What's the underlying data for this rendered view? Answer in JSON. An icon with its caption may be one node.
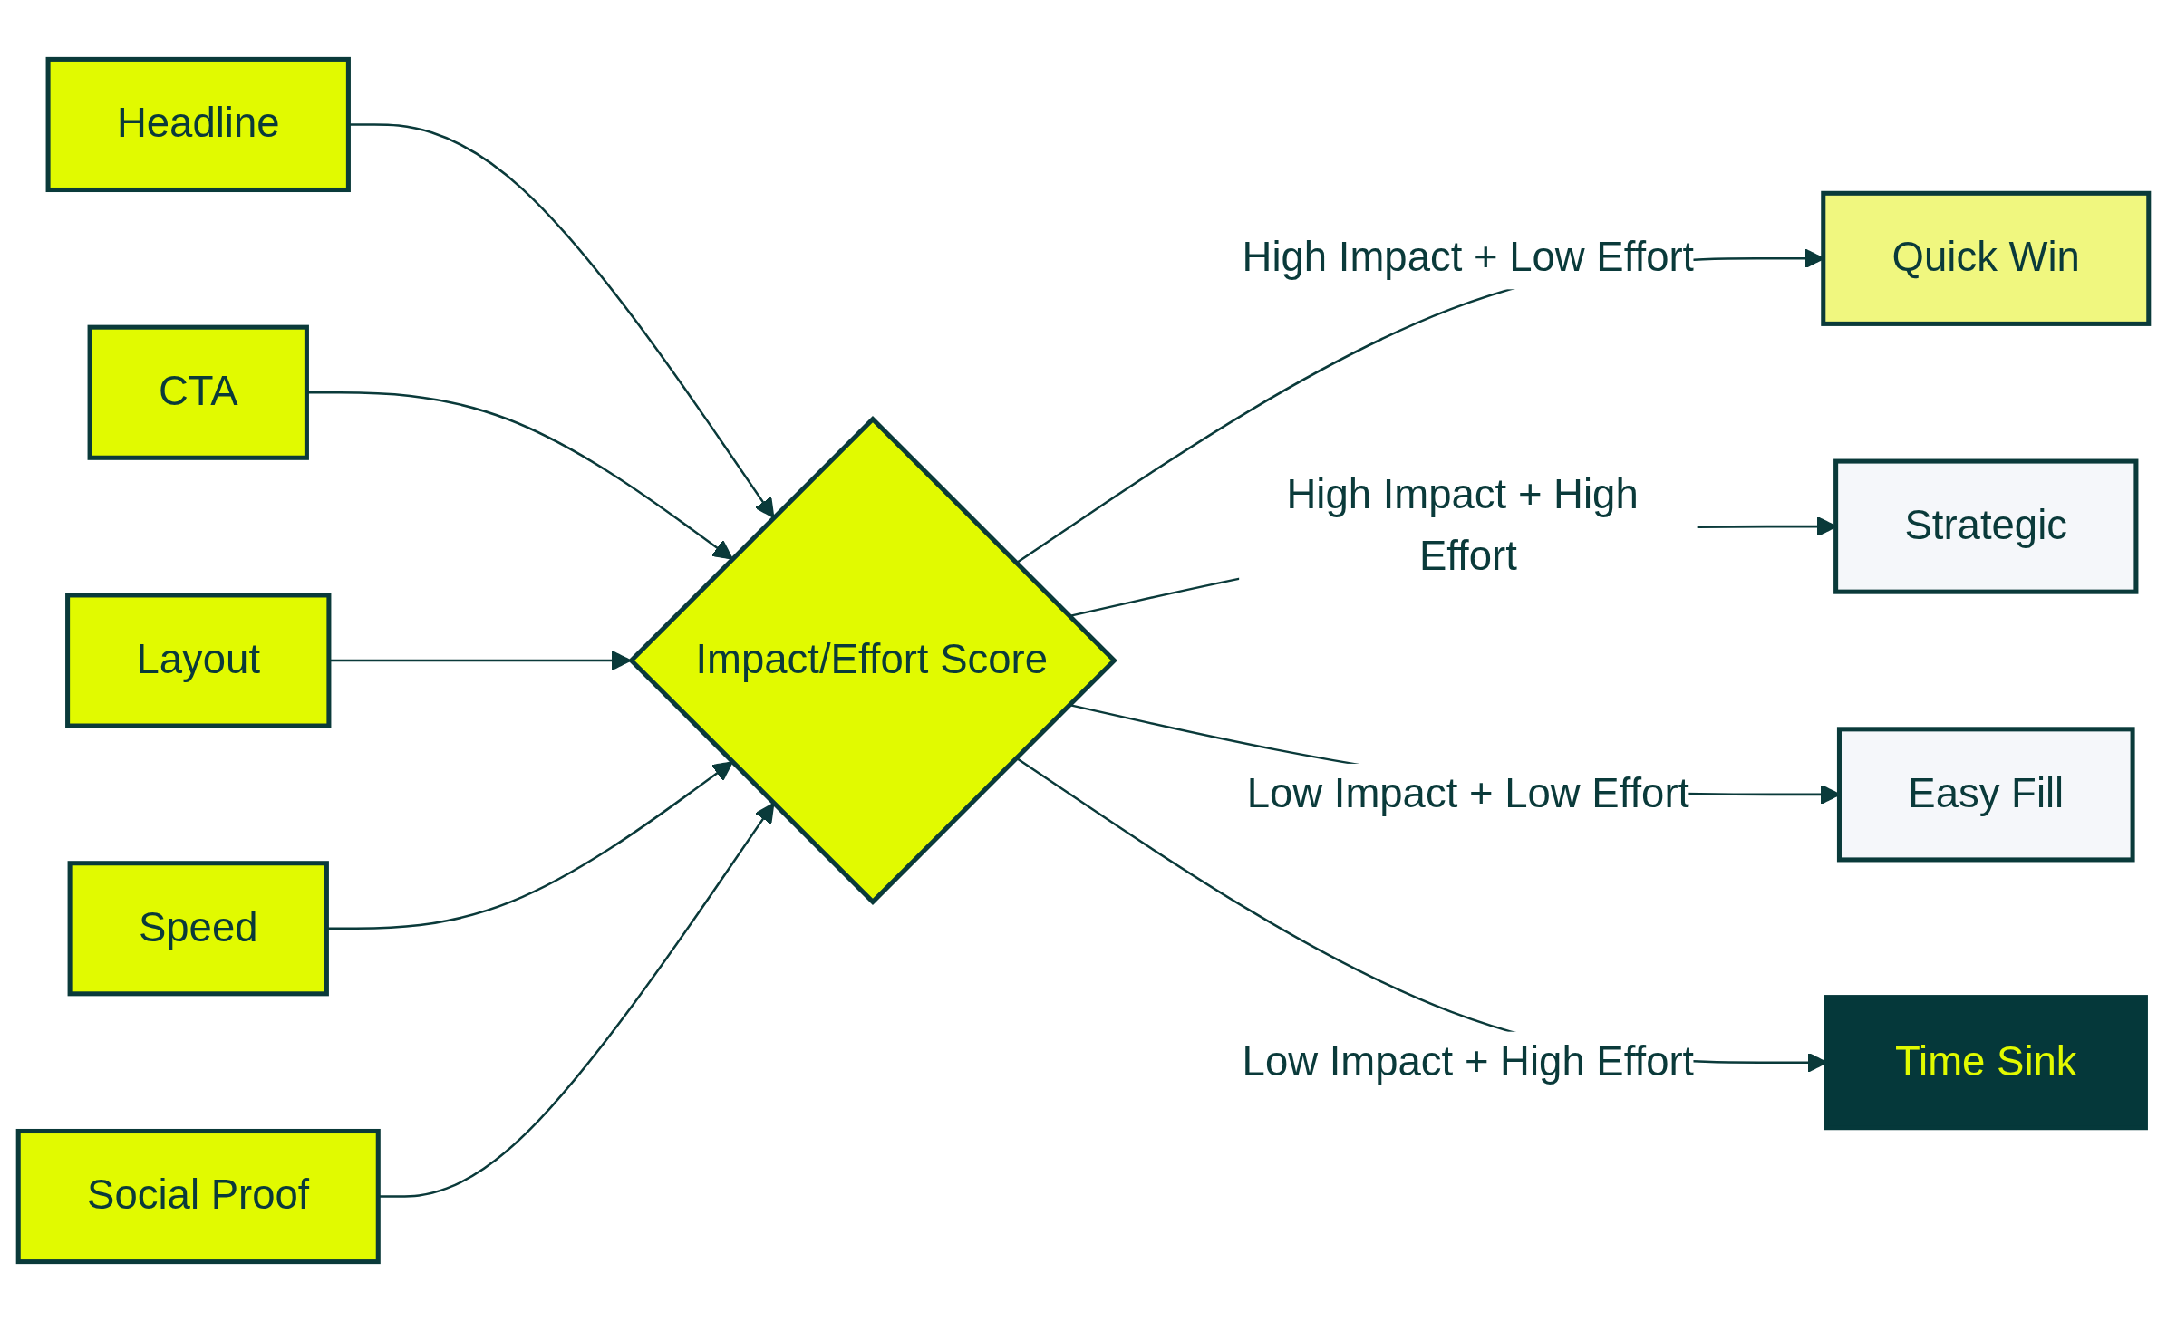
{
  "diagram": {
    "nodes": [
      {
        "text": [
          "Headline"
        ]
      },
      {
        "text": [
          "CTA"
        ]
      },
      {
        "text": [
          "Layout"
        ]
      },
      {
        "text": [
          "Speed"
        ]
      },
      {
        "text": [
          "Social Proof"
        ]
      },
      {
        "text": [
          "Impact/Effort Score"
        ]
      },
      {
        "text": [
          "Quick Win"
        ]
      },
      {
        "text": [
          "Strategic"
        ]
      },
      {
        "text": [
          "Easy Fill"
        ]
      },
      {
        "text": [
          "Time Sink"
        ]
      }
    ],
    "edges": [
      {
        "from": 0,
        "to": 5,
        "arrow": "to"
      },
      {
        "from": 1,
        "to": 5,
        "arrow": "to"
      },
      {
        "from": 2,
        "to": 5,
        "arrow": "to"
      },
      {
        "from": 3,
        "to": 5,
        "arrow": "to"
      },
      {
        "from": 4,
        "to": 5,
        "arrow": "to"
      },
      {
        "from": 5,
        "to": 6,
        "label": "High Impact + Low Effort",
        "arrow": "to"
      },
      {
        "from": 5,
        "to": 7,
        "label": "High Impact + High Effort",
        "arrow": "to"
      },
      {
        "from": 5,
        "to": 8,
        "label": "Low Impact + Low Effort",
        "arrow": "to"
      },
      {
        "from": 5,
        "to": 9,
        "label": "Low Impact + High Effort",
        "arrow": "to"
      }
    ]
  }
}
